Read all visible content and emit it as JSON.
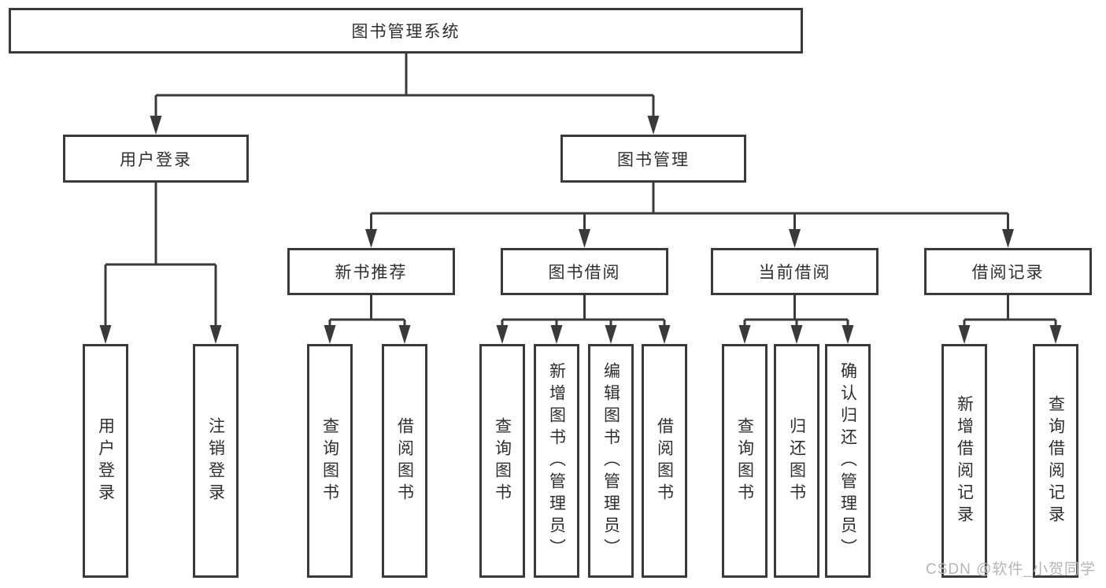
{
  "tree": {
    "label": "图书管理系统",
    "children": [
      {
        "label": "用户登录",
        "children": [
          {
            "label": "用户登录"
          },
          {
            "label": "注销登录"
          }
        ]
      },
      {
        "label": "图书管理",
        "children": [
          {
            "label": "新书推荐",
            "children": [
              {
                "label": "查询图书"
              },
              {
                "label": "借阅图书"
              }
            ]
          },
          {
            "label": "图书借阅",
            "children": [
              {
                "label": "查询图书"
              },
              {
                "label": "新增图书（管理员）"
              },
              {
                "label": "编辑图书（管理员）"
              },
              {
                "label": "借阅图书"
              }
            ]
          },
          {
            "label": "当前借阅",
            "children": [
              {
                "label": "查询图书"
              },
              {
                "label": "归还图书"
              },
              {
                "label": "确认归还（管理员）"
              }
            ]
          },
          {
            "label": "借阅记录",
            "children": [
              {
                "label": "新增借阅记录"
              },
              {
                "label": "查询借阅记录"
              }
            ]
          }
        ]
      }
    ]
  },
  "watermark": {
    "text": "CSDN @软件_小贺同学"
  },
  "colors": {
    "line": "#3a3a3a",
    "text": "#2e2e2e",
    "watermark": "#b5b5b5",
    "background": "#ffffff"
  }
}
